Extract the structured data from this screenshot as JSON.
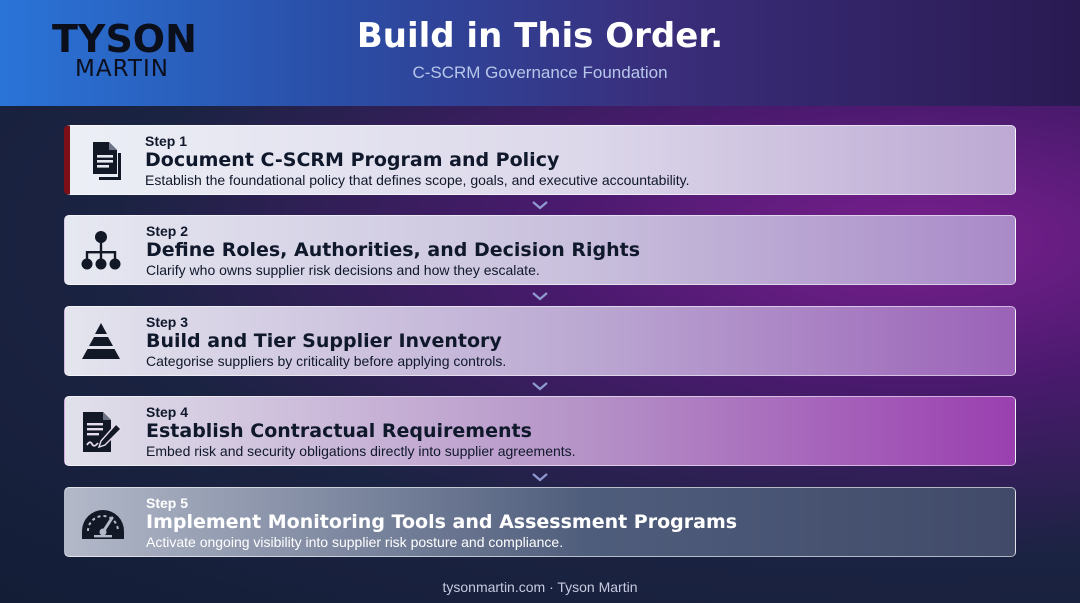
{
  "header": {
    "logo_top": "TYSON",
    "logo_bottom": "MARTIN",
    "title": "Build in This Order.",
    "subtitle": "C-SCRM Governance Foundation"
  },
  "steps": [
    {
      "label": "Step 1",
      "title": "Document C-SCRM Program and Policy",
      "description": "Establish the foundational policy that defines scope, goals, and executive accountability.",
      "icon": "document-icon"
    },
    {
      "label": "Step 2",
      "title": "Define Roles, Authorities, and Decision Rights",
      "description": "Clarify who owns supplier risk decisions and how they escalate.",
      "icon": "org-chart-icon"
    },
    {
      "label": "Step 3",
      "title": "Build and Tier Supplier Inventory",
      "description": "Categorise suppliers by criticality before applying controls.",
      "icon": "pyramid-icon"
    },
    {
      "label": "Step 4",
      "title": "Establish Contractual Requirements",
      "description": "Embed risk and security obligations directly into supplier agreements.",
      "icon": "contract-icon"
    },
    {
      "label": "Step 5",
      "title": "Implement Monitoring Tools and Assessment Programs",
      "description": "Activate ongoing visibility into supplier risk posture and compliance.",
      "icon": "gauge-icon"
    }
  ],
  "footer": {
    "text": "tysonmartin.com · Tyson Martin"
  },
  "colors": {
    "accent_bar": "#7d0f16",
    "header_blue": "#2a74d8",
    "background_purple": "#7a1f8f",
    "icon_dark": "#121826"
  }
}
